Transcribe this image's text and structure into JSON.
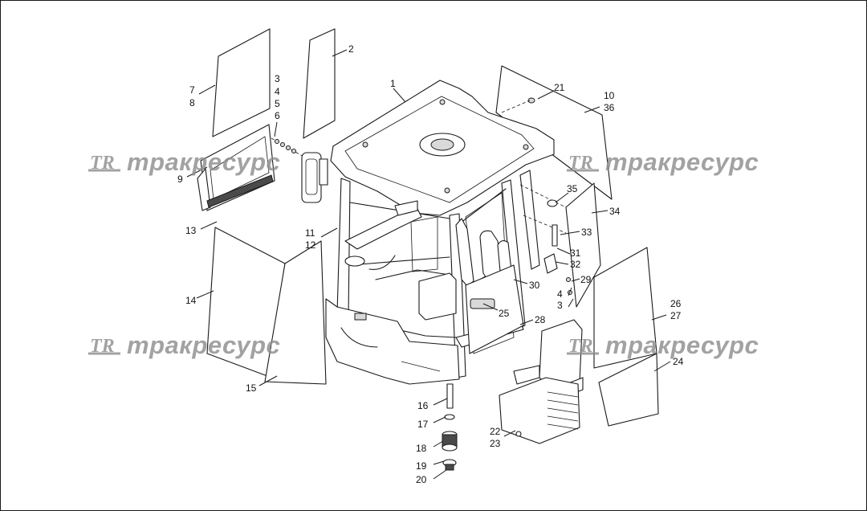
{
  "watermark": {
    "logo": "TR",
    "text": "тракресурс"
  },
  "callouts": [
    {
      "label": "1"
    },
    {
      "label": "2"
    },
    {
      "label": "3"
    },
    {
      "label": "4"
    },
    {
      "label": "5"
    },
    {
      "label": "6"
    },
    {
      "label": "7"
    },
    {
      "label": "8"
    },
    {
      "label": "9"
    },
    {
      "label": "10"
    },
    {
      "label": "36"
    },
    {
      "label": "11"
    },
    {
      "label": "12"
    },
    {
      "label": "13"
    },
    {
      "label": "14"
    },
    {
      "label": "15"
    },
    {
      "label": "16"
    },
    {
      "label": "17"
    },
    {
      "label": "18"
    },
    {
      "label": "19"
    },
    {
      "label": "20"
    },
    {
      "label": "21"
    },
    {
      "label": "22"
    },
    {
      "label": "23"
    },
    {
      "label": "24"
    },
    {
      "label": "25"
    },
    {
      "label": "26"
    },
    {
      "label": "27"
    },
    {
      "label": "28"
    },
    {
      "label": "29"
    },
    {
      "label": "30"
    },
    {
      "label": "31"
    },
    {
      "label": "32"
    },
    {
      "label": "33"
    },
    {
      "label": "34"
    },
    {
      "label": "35"
    },
    {
      "label": "4"
    },
    {
      "label": "3"
    }
  ]
}
